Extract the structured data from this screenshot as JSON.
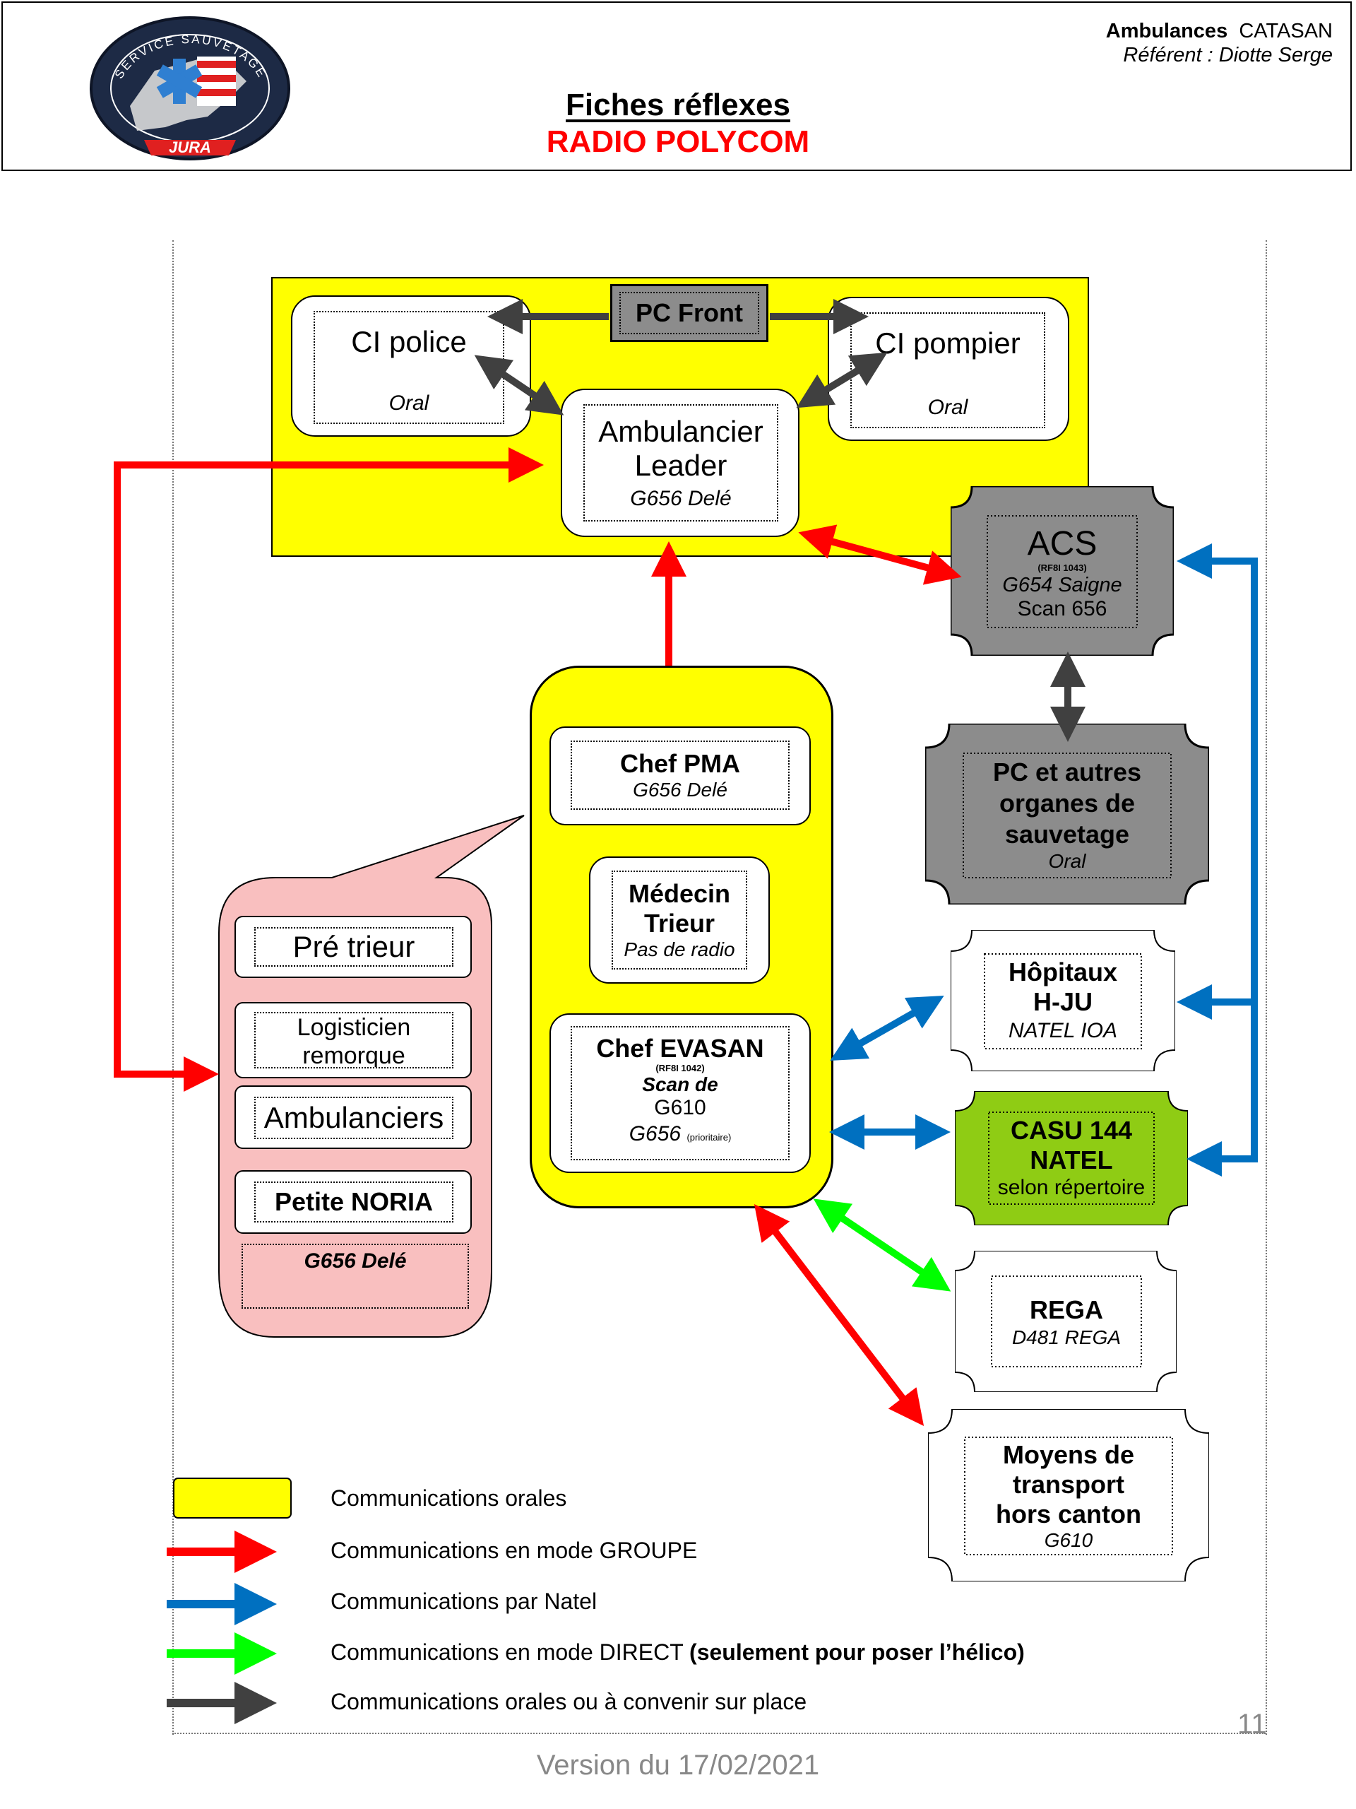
{
  "header": {
    "org_bold": "Ambulances",
    "org_name": "CATASAN",
    "referent": "Référent : Diotte Serge",
    "title": "Fiches réflexes",
    "subtitle": "RADIO POLYCOM",
    "logo": {
      "top_text": "SERVICE SAUVETAGE",
      "bottom_text": "JURA",
      "icon": "star-of-life-badge"
    }
  },
  "nodes": {
    "pc_front": {
      "title": "PC Front"
    },
    "ci_police": {
      "title": "CI police",
      "sub": "Oral"
    },
    "ci_pompier": {
      "title": "CI pompier",
      "sub": "Oral"
    },
    "leader": {
      "line1": "Ambulancier",
      "line2": "Leader",
      "sub": "G656 Delé"
    },
    "acs": {
      "title": "ACS",
      "small": "(RF8I 1043)",
      "line2": "G654 Saigne",
      "line3": "Scan 656"
    },
    "pc_autres": {
      "line1": "PC et autres",
      "line2": "organes de",
      "line3": "sauvetage",
      "sub": "Oral"
    },
    "chef_pma": {
      "title": "Chef PMA",
      "sub": "G656 Delé"
    },
    "medecin": {
      "line1": "Médecin",
      "line2": "Trieur",
      "sub": "Pas de radio"
    },
    "chef_evasan": {
      "title": "Chef EVASAN",
      "small": "(RF8I 1042)",
      "line2": "Scan de",
      "line3": "G610",
      "line4": "G656",
      "tiny": "(prioritaire)"
    },
    "hopitaux": {
      "line1": "Hôpitaux",
      "line2": "H-JU",
      "sub": "NATEL IOA"
    },
    "casu": {
      "line1": "CASU 144",
      "line2": "NATEL",
      "sub": "selon répertoire"
    },
    "rega": {
      "title": "REGA",
      "sub": "D481 REGA"
    },
    "moyens": {
      "line1": "Moyens de",
      "line2": "transport",
      "line3": "hors canton",
      "sub": "G610"
    },
    "pre_trieur": {
      "title": "Pré trieur"
    },
    "logisticien": {
      "line1": "Logisticien",
      "line2": "remorque"
    },
    "ambulanciers": {
      "title": "Ambulanciers"
    },
    "noria": {
      "title": "Petite NORIA"
    },
    "noria_radio": {
      "title": "G656 Delé"
    }
  },
  "colors": {
    "yellow": "#ffff00",
    "pink": "#f9bfbf",
    "grey": "#8c8c8c",
    "green_box": "#8fcc14",
    "red": "#ff0000",
    "blue": "#0070c0",
    "green": "#00ff00",
    "dark": "#404040"
  },
  "legend": [
    {
      "type": "swatch",
      "color": "#ffff00",
      "text": "Communications orales"
    },
    {
      "type": "arrow",
      "color": "#ff0000",
      "text": "Communications en mode GROUPE"
    },
    {
      "type": "arrow",
      "color": "#0070c0",
      "text": "Communications par Natel"
    },
    {
      "type": "arrow",
      "color": "#00ff00",
      "text": "Communications en mode DIRECT",
      "bold": "(seulement pour poser l’hélico)"
    },
    {
      "type": "arrow",
      "color": "#404040",
      "text": "Communications orales ou à convenir sur place"
    }
  ],
  "footer": {
    "version": "Version du 17/02/2021",
    "page": "11"
  }
}
